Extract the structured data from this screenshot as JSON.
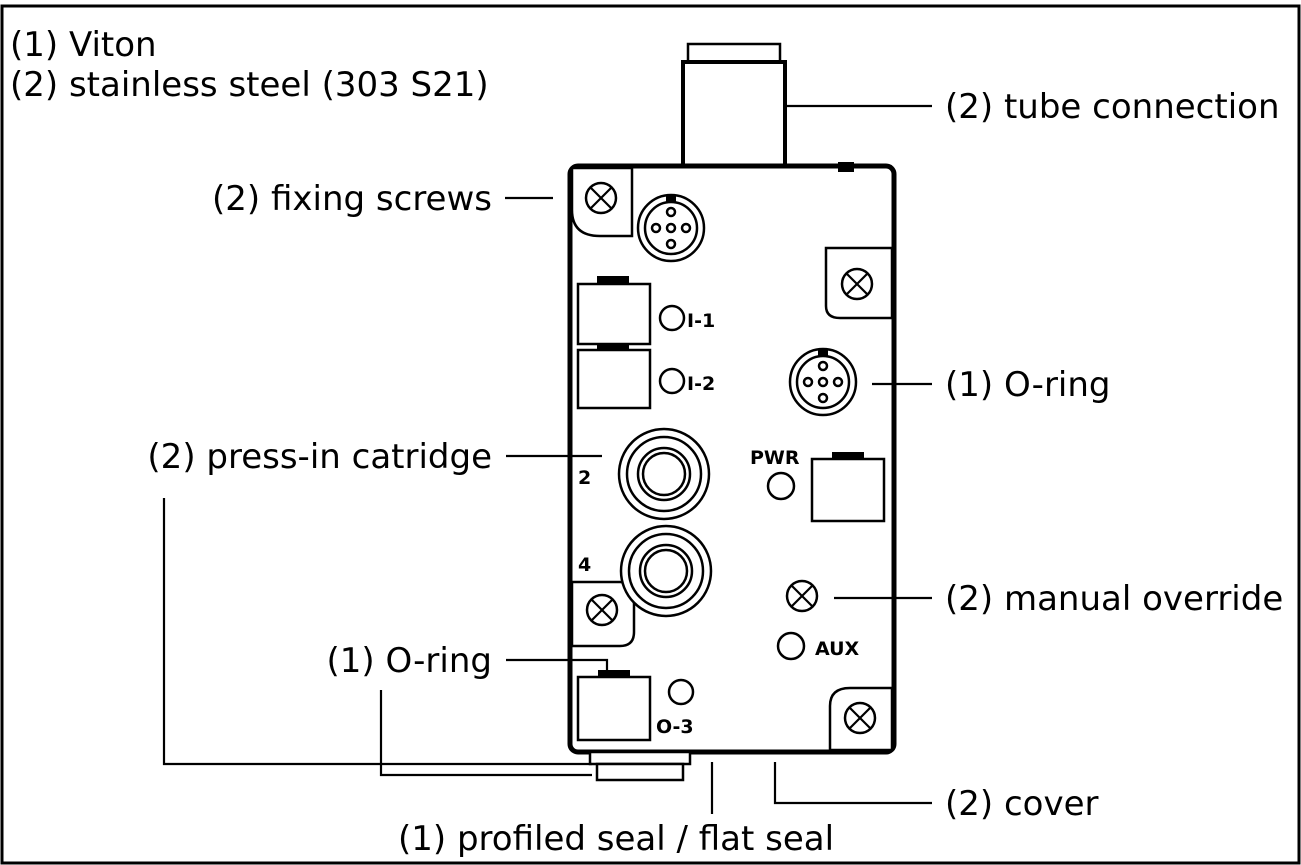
{
  "legend": {
    "item_1": "(1) Viton",
    "item_2": "(2) stainless steel (303 S21)"
  },
  "callouts": {
    "tube_connection": "(2) tube connection",
    "fixing_screws": "(2) fixing screws",
    "o_ring_right": "(1) O-ring",
    "press_in_cartridge": "(2) press-in catridge",
    "manual_override": "(2) manual override",
    "o_ring_left": "(1) O-ring",
    "cover": "(2) cover",
    "profiled_seal": "(1) profiled seal / flat seal"
  },
  "device_labels": {
    "i1": "I-1",
    "i2": "I-2",
    "port_2": "2",
    "port_4": "4",
    "pwr": "PWR",
    "aux": "AUX",
    "o3": "O-3"
  }
}
